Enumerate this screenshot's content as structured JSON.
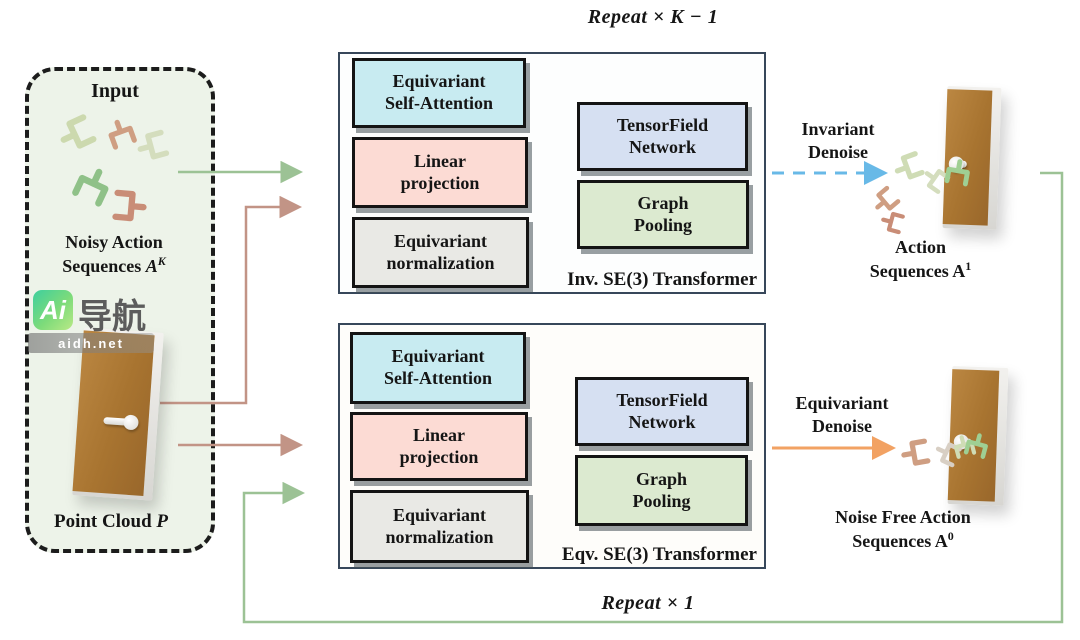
{
  "watermark": {
    "logo": "Ai",
    "brand": "导航",
    "domain": "aidh.net"
  },
  "labels": {
    "repeat_top": "Repeat × K − 1",
    "repeat_bottom": "Repeat × 1"
  },
  "input_panel": {
    "title": "Input",
    "noisy": {
      "line1": "Noisy Action",
      "line2_base": "Sequences ",
      "var": "A",
      "sup": "K"
    },
    "point_cloud": {
      "base": "Point Cloud ",
      "var": "P"
    }
  },
  "blocks": {
    "self_attention": {
      "line1": "Equivariant",
      "line2": "Self-Attention"
    },
    "linear_projection": {
      "line1": "Linear",
      "line2": "projection"
    },
    "normalization": {
      "line1": "Equivariant",
      "line2": "normalization"
    },
    "tensorfield": {
      "line1": "TensorField",
      "line2": "Network"
    },
    "graph_pooling": {
      "line1": "Graph",
      "line2": "Pooling"
    }
  },
  "top_section": {
    "label": "Inv. SE(3) Transformer",
    "denoise": {
      "line1": "Invariant",
      "line2": "Denoise"
    },
    "output": {
      "line1": "Action",
      "line2_base": "Sequences A",
      "sup": "1"
    }
  },
  "bottom_section": {
    "label": "Eqv. SE(3) Transformer",
    "denoise": {
      "line1": "Equivariant",
      "line2": "Denoise"
    },
    "output": {
      "line1": "Noise Free Action",
      "line2_base": "Sequences A",
      "sup": "0"
    }
  },
  "icons": {
    "gripper": "gripper-icon",
    "door": "door-image"
  },
  "colors": {
    "input-bg": "#edf3e9",
    "top-bg": "#def0fa",
    "top-border": "#7fc3e8",
    "bottom-bg": "#fbeee2",
    "bottom-border": "#efa97e",
    "block-cyan": "#c8ebf1",
    "block-pink": "#fcdbd4",
    "block-gray": "#e9e9e5",
    "block-periwinkle": "#d6e0f2",
    "block-green": "#dcead0",
    "arrow-green": "#9cc295",
    "arrow-brown": "#c29486",
    "arrow-blue": "#68b9e7",
    "arrow-orange": "#f2a263",
    "door-brown": "#a87430"
  }
}
